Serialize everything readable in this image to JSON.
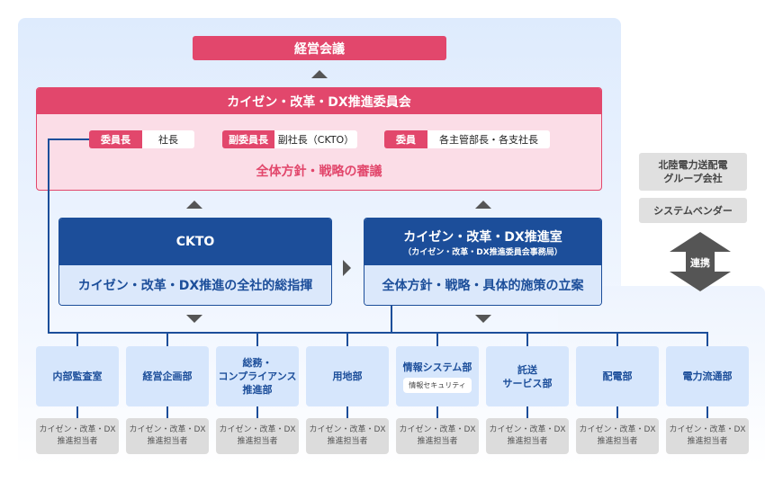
{
  "top": {
    "label": "経営会議"
  },
  "committee": {
    "title": "カイゼン・改革・DX推進委員会",
    "roles": [
      {
        "key": "委員長",
        "value": "社長"
      },
      {
        "key": "副委員長",
        "value": "副社長（CKTO）"
      },
      {
        "key": "委員",
        "value": "各主管部長・各支社長"
      }
    ],
    "mission": "全体方針・戦略の審議"
  },
  "ckto": {
    "title": "CKTO",
    "mission": "カイゼン・改革・DX推進の全社的総指揮"
  },
  "office": {
    "title": "カイゼン・改革・DX推進室",
    "subtitle": "（カイゼン・改革・DX推進委員会事務局）",
    "mission": "全体方針・戦略・具体的施策の立案"
  },
  "departments": [
    {
      "name": "内部監査室",
      "staff": "カイゼン・改革・DX\n推進担当者"
    },
    {
      "name": "経営企画部",
      "staff": "カイゼン・改革・DX\n推進担当者"
    },
    {
      "name": "総務・\nコンプライアンス\n推進部",
      "staff": "カイゼン・改革・DX\n推進担当者"
    },
    {
      "name": "用地部",
      "staff": "カイゼン・改革・DX\n推進担当者"
    },
    {
      "name": "情報システム部",
      "sub": "情報セキュリティ",
      "staff": "カイゼン・改革・DX\n推進担当者"
    },
    {
      "name": "託送\nサービス部",
      "staff": "カイゼン・改革・DX\n推進担当者"
    },
    {
      "name": "配電部",
      "staff": "カイゼン・改革・DX\n推進担当者"
    },
    {
      "name": "電力流通部",
      "staff": "カイゼン・改革・DX\n推進担当者"
    }
  ],
  "partners": {
    "group": "北陸電力送配電\nグループ会社",
    "vendor": "システムベンダー",
    "link": "連携"
  },
  "colors": {
    "pink": "#e2476c",
    "navy": "#1c4e9a",
    "light_blue": "#d6e6fc"
  }
}
